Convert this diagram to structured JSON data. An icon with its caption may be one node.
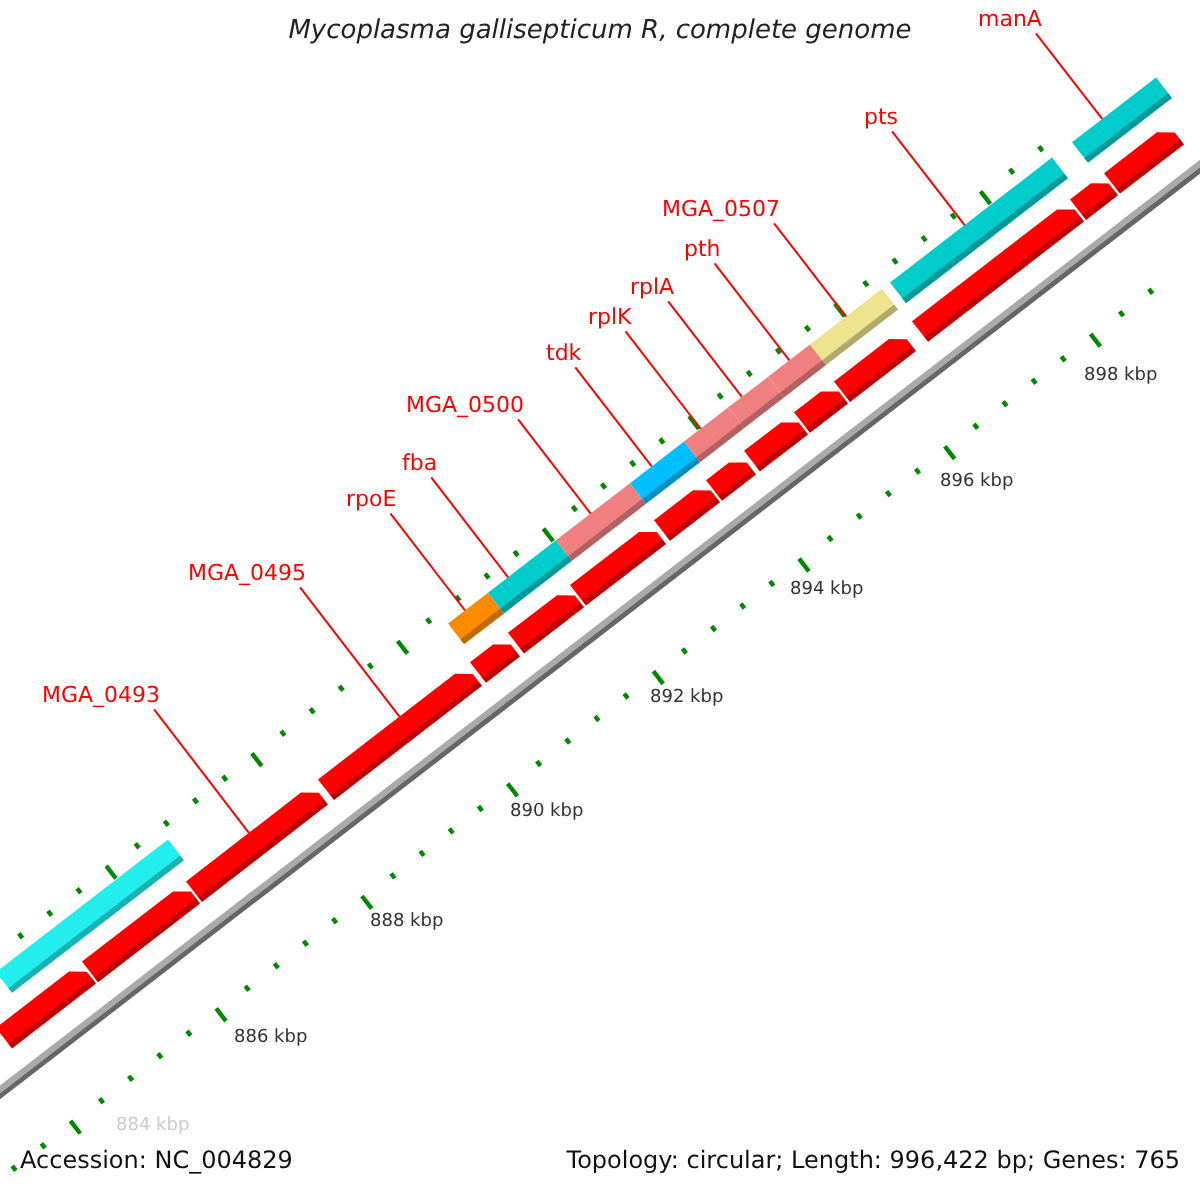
{
  "diagram": {
    "title": "Mycoplasma gallisepticum R, complete genome",
    "nodes": [
      {
        "text": [
          "manA"
        ]
      },
      {
        "text": [
          "pts"
        ]
      },
      {
        "text": [
          "MGA_0507"
        ]
      },
      {
        "text": [
          "pth"
        ]
      },
      {
        "text": [
          "rplA"
        ]
      },
      {
        "text": [
          "rplK"
        ]
      },
      {
        "text": [
          "tdk"
        ]
      },
      {
        "text": [
          "MGA_0500"
        ]
      },
      {
        "text": [
          "fba"
        ]
      },
      {
        "text": [
          "rpoE"
        ]
      },
      {
        "text": [
          "MGA_0495"
        ]
      },
      {
        "text": [
          "MGA_0493"
        ]
      },
      {
        "text": [],
        "shape": "bar"
      },
      {
        "text": [],
        "shape": "bar"
      },
      {
        "text": [],
        "shape": "bar"
      },
      {
        "text": [],
        "shape": "bar"
      },
      {
        "text": [],
        "shape": "bar"
      },
      {
        "text": [],
        "shape": "bar"
      },
      {
        "text": [],
        "shape": "bar"
      },
      {
        "text": [],
        "shape": "bar"
      },
      {
        "text": [],
        "shape": "bar"
      },
      {
        "text": [],
        "shape": "bar"
      },
      {
        "text": [],
        "shape": "bar"
      },
      {
        "text": [],
        "shape": "pentagon"
      },
      {
        "text": [],
        "shape": "pentagon"
      },
      {
        "text": [],
        "shape": "pentagon"
      },
      {
        "text": [],
        "shape": "pentagon"
      },
      {
        "text": [],
        "shape": "pentagon"
      },
      {
        "text": [],
        "shape": "pentagon"
      },
      {
        "text": [],
        "shape": "pentagon"
      },
      {
        "text": [],
        "shape": "pentagon"
      },
      {
        "text": [],
        "shape": "pentagon"
      },
      {
        "text": [],
        "shape": "pentagon"
      },
      {
        "text": [],
        "shape": "pentagon"
      },
      {
        "text": [],
        "shape": "pentagon"
      },
      {
        "text": [],
        "shape": "pentagon"
      },
      {
        "text": [],
        "shape": "pentagon"
      },
      {
        "text": [],
        "shape": "pentagon"
      }
    ],
    "edges": [
      {
        "from": 0,
        "to": 22,
        "arrow": "none"
      },
      {
        "from": 1,
        "to": 21,
        "arrow": "none"
      },
      {
        "from": 2,
        "to": 20,
        "arrow": "none"
      },
      {
        "from": 3,
        "to": 19,
        "arrow": "none"
      },
      {
        "from": 4,
        "to": 18,
        "arrow": "none"
      },
      {
        "from": 5,
        "to": 17,
        "arrow": "none"
      },
      {
        "from": 6,
        "to": 16,
        "arrow": "none"
      },
      {
        "from": 7,
        "to": 15,
        "arrow": "none"
      },
      {
        "from": 8,
        "to": 14,
        "arrow": "none"
      },
      {
        "from": 9,
        "to": 13,
        "arrow": "none"
      },
      {
        "from": 10,
        "to": 26,
        "arrow": "none"
      },
      {
        "from": 11,
        "to": 25,
        "arrow": "none"
      }
    ],
    "labels": [
      "898 kbp",
      "896 kbp",
      "894 kbp",
      "892 kbp",
      "890 kbp",
      "888 kbp",
      "886 kbp",
      "884 kbp",
      "Accession: NC_004829",
      "Topology: circular; Length: 996,422 bp; Genes: 765"
    ]
  }
}
